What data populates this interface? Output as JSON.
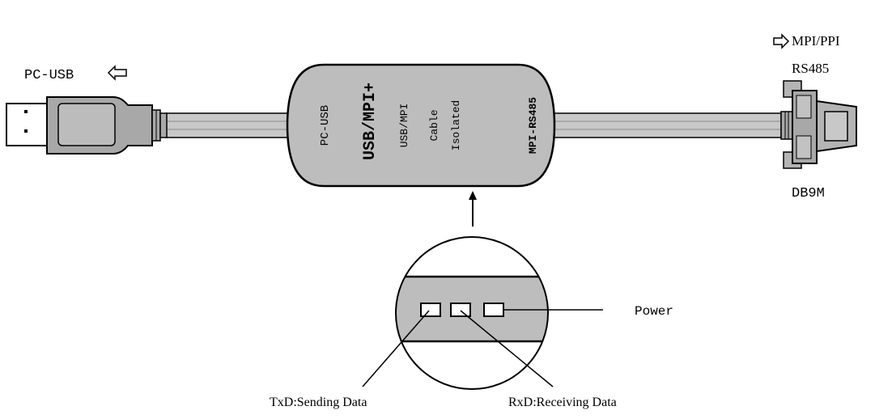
{
  "labels": {
    "pc_usb": "PC-USB",
    "mpi_ppi": "MPI/PPI",
    "rs485": "RS485",
    "db9m": "DB9M",
    "power": "Power",
    "txd": "TxD:Sending Data",
    "rxd": "RxD:Receiving Data"
  },
  "adapter": {
    "left_text": "PC-USB",
    "title": "USB/MPI+",
    "line1": "USB/MPI",
    "line2": "Cable",
    "line3": "Isolated",
    "right_text": "MPI-RS485"
  },
  "colors": {
    "line": "#000000",
    "cable": "#c8c8c8",
    "body": "#bdbdbd",
    "plug": "#a8a8a8",
    "background": "#ffffff"
  },
  "icons": {
    "pc_arrow": "left-outline-arrow-icon",
    "plc_arrow": "right-outline-arrow-icon"
  }
}
